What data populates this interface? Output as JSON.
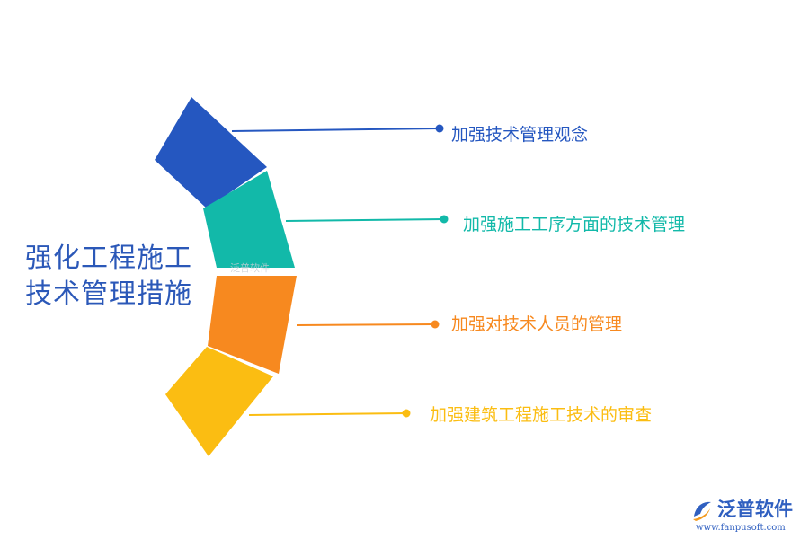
{
  "diagram": {
    "title_lines": [
      "强化工程施工",
      "技术管理措施"
    ],
    "items": [
      {
        "label": "加强技术管理观念",
        "color": "#2557c0"
      },
      {
        "label": "加强施工工序方面的技术管理",
        "color": "#12b9a9"
      },
      {
        "label": "加强对技术人员的管理",
        "color": "#f7891f"
      },
      {
        "label": "加强建筑工程施工技术的审查",
        "color": "#fbbd12"
      }
    ]
  },
  "watermark": "泛普软件",
  "brand": {
    "name": "泛普软件",
    "url": "www.fanpusoft.com",
    "icon": "fanpu-logo-icon"
  }
}
